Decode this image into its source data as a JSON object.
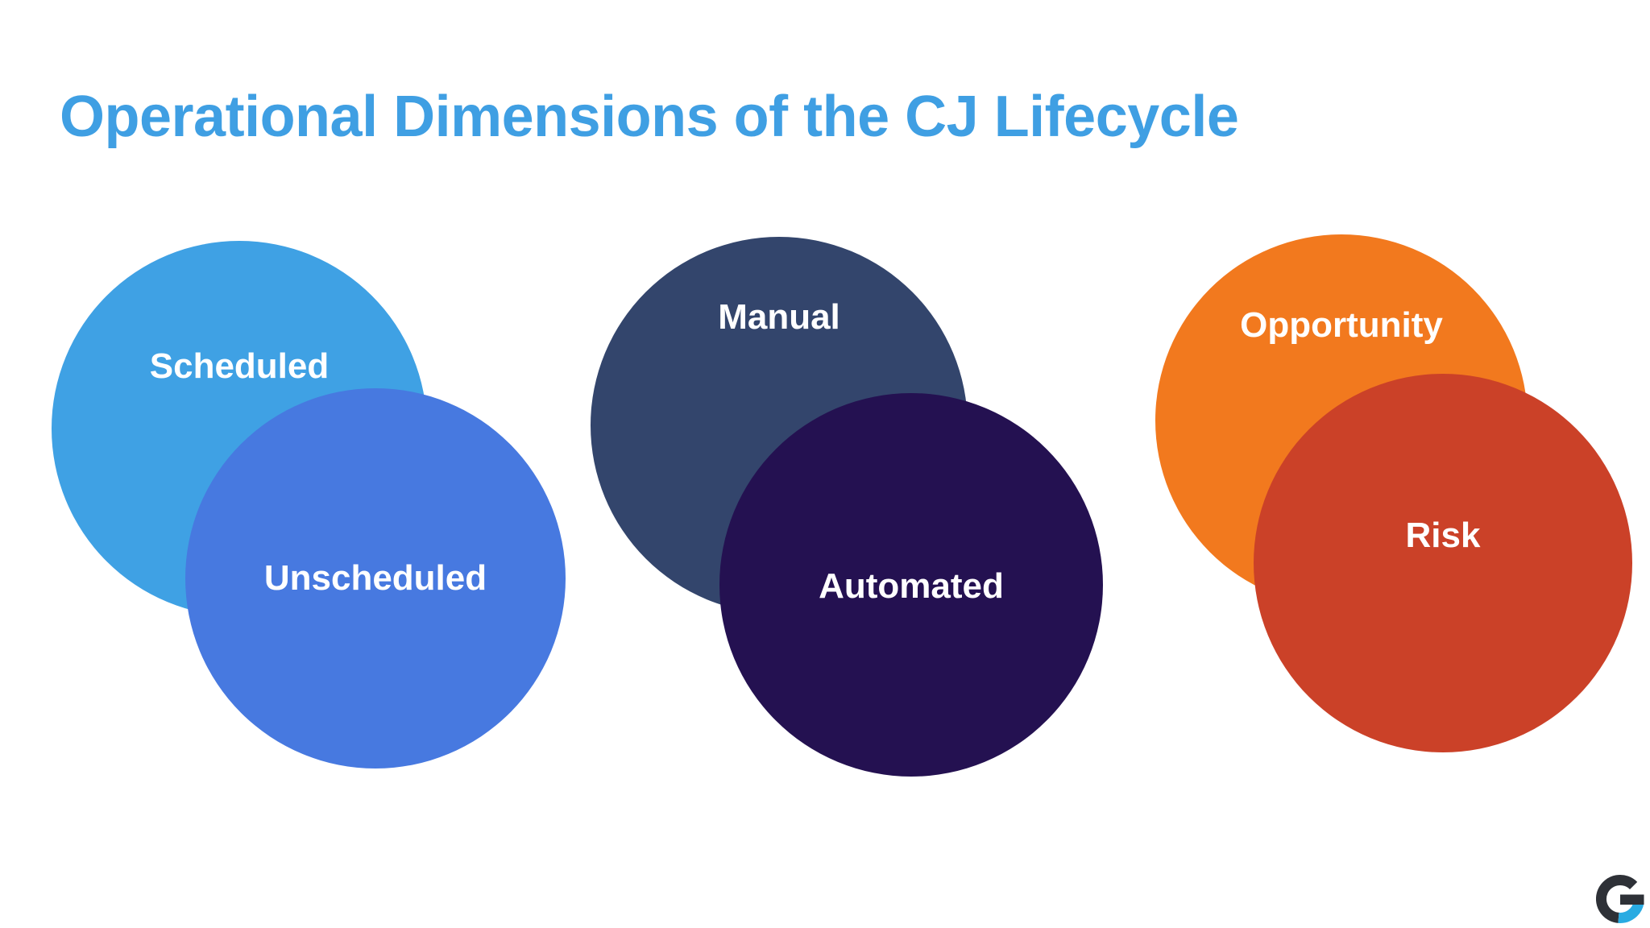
{
  "slide": {
    "title": "Operational Dimensions of the CJ Lifecycle",
    "title_color": "#3F9FE3",
    "background_color": "#FFFFFF"
  },
  "diagram": {
    "label_text_color": "#FFFFFF",
    "circles": [
      {
        "id": "scheduled",
        "label": "Scheduled",
        "color": "#3FA1E4"
      },
      {
        "id": "unscheduled",
        "label": "Unscheduled",
        "color": "#4779E0"
      },
      {
        "id": "manual",
        "label": "Manual",
        "color": "#33456C"
      },
      {
        "id": "automated",
        "label": "Automated",
        "color": "#241151"
      },
      {
        "id": "opportunity",
        "label": "Opportunity",
        "color": "#F2791E"
      },
      {
        "id": "risk",
        "label": "Risk",
        "color": "#CB4128"
      }
    ]
  },
  "logo": {
    "letter": "G",
    "dark_color": "#2E3137",
    "accent_color": "#29ABE2"
  }
}
